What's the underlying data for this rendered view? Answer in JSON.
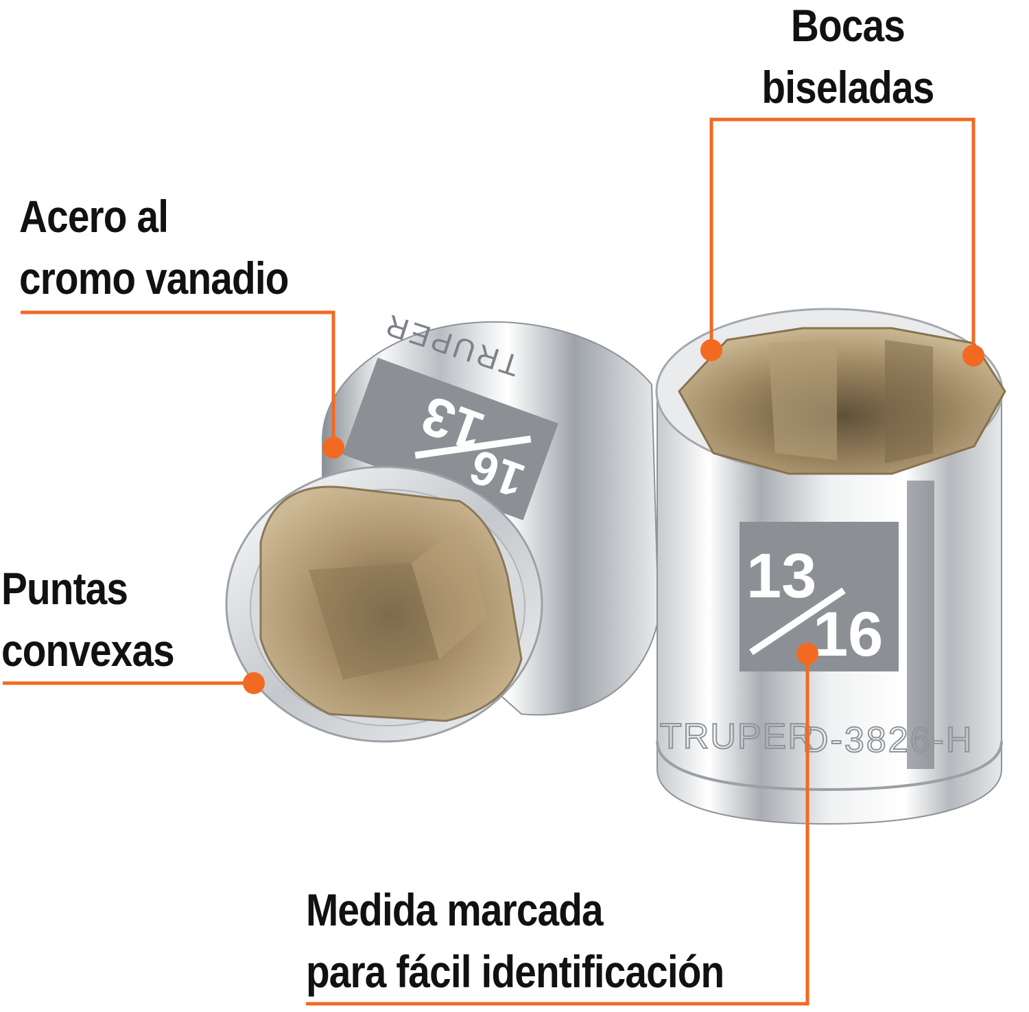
{
  "labels": {
    "bocas": [
      "Bocas",
      "biseladas"
    ],
    "acero": [
      "Acero al",
      "cromo vanadio"
    ],
    "puntas": [
      "Puntas",
      "convexas"
    ],
    "medida": [
      "Medida marcada",
      "para fácil identificación"
    ]
  },
  "sockets": {
    "left_size": {
      "num": "13",
      "den": "16"
    },
    "right_size": {
      "num": "13",
      "den": "16"
    },
    "brand": "TRUPER",
    "model": "D-3826-H"
  },
  "colors": {
    "accent": "#F26A21",
    "text": "#111111",
    "background": "#FFFFFF",
    "chrome": "#D9DCDF",
    "interior": "#A8916A"
  }
}
